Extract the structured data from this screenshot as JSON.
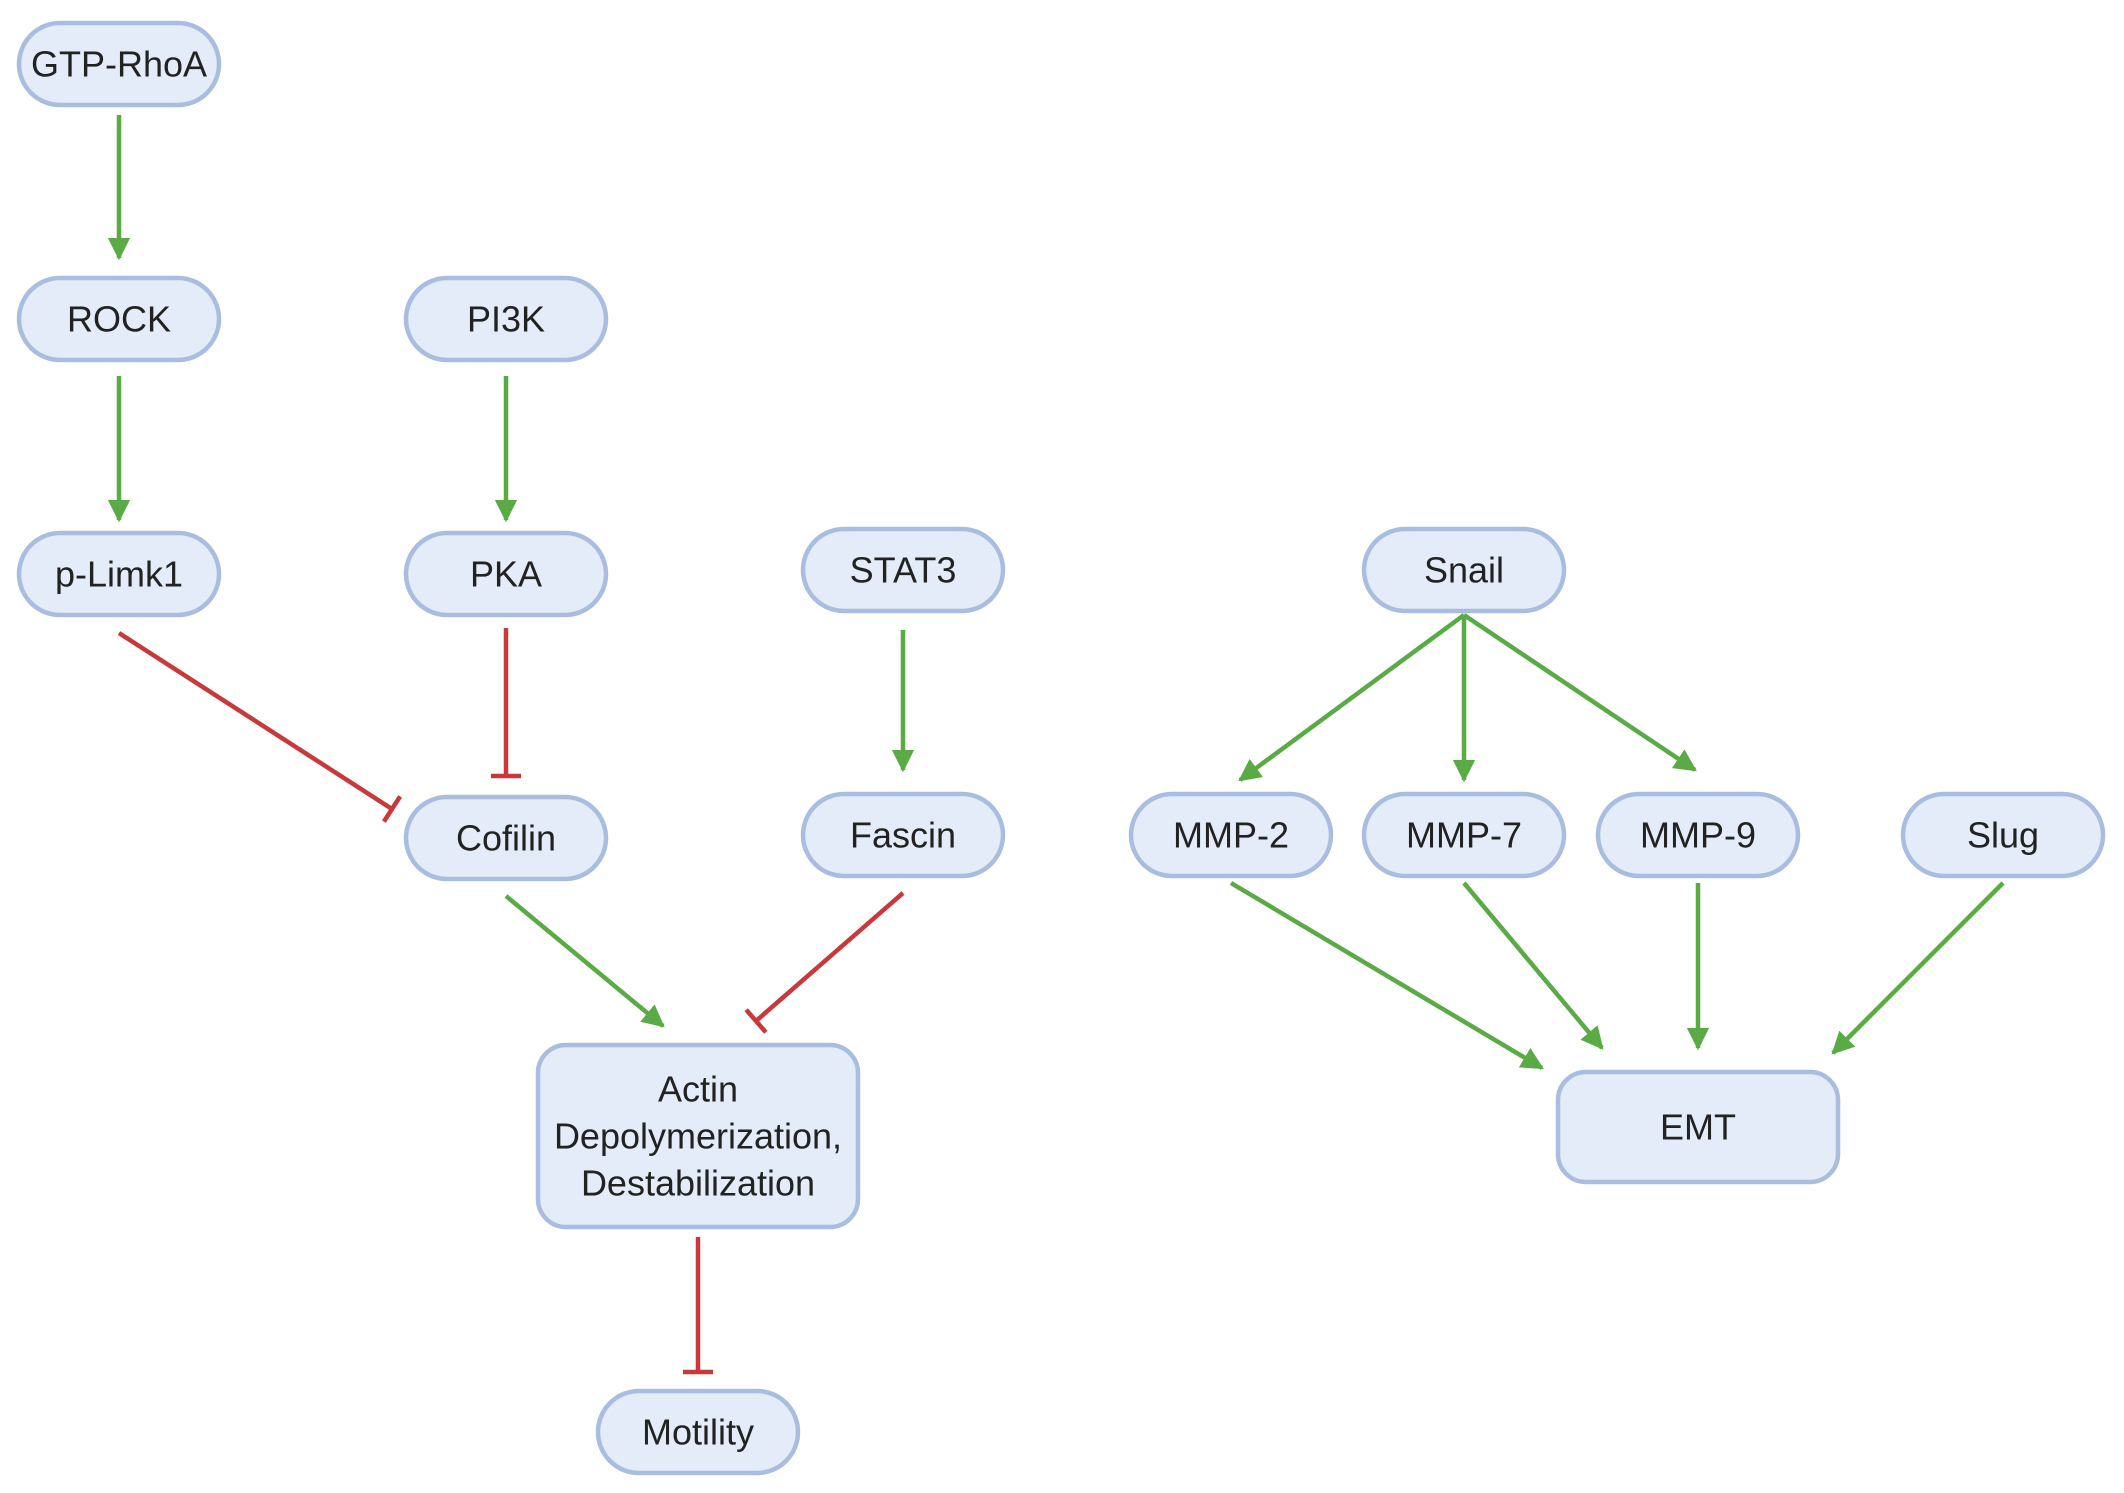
{
  "colors": {
    "activation": "#5aab45",
    "inhibition": "#c8393b",
    "node_fill": "#e3ecf8",
    "node_border": "#a9bde0",
    "text": "#222222"
  },
  "nodes": [
    {
      "id": "gtp-rhoa",
      "label": "GTP-RhoA"
    },
    {
      "id": "rock",
      "label": "ROCK"
    },
    {
      "id": "p-limk1",
      "label": "p-Limk1"
    },
    {
      "id": "pi3k",
      "label": "PI3K"
    },
    {
      "id": "pka",
      "label": "PKA"
    },
    {
      "id": "stat3",
      "label": "STAT3"
    },
    {
      "id": "cofilin",
      "label": "Cofilin"
    },
    {
      "id": "fascin",
      "label": "Fascin"
    },
    {
      "id": "actin",
      "label": [
        "Actin",
        "Depolymerization,",
        "Destabilization"
      ]
    },
    {
      "id": "motility",
      "label": "Motility"
    },
    {
      "id": "snail",
      "label": "Snail"
    },
    {
      "id": "mmp-2",
      "label": "MMP-2"
    },
    {
      "id": "mmp-7",
      "label": "MMP-7"
    },
    {
      "id": "mmp-9",
      "label": "MMP-9"
    },
    {
      "id": "slug",
      "label": "Slug"
    },
    {
      "id": "emt",
      "label": "EMT"
    }
  ],
  "edges": [
    {
      "from": "gtp-rhoa",
      "to": "rock",
      "type": "activation"
    },
    {
      "from": "rock",
      "to": "p-limk1",
      "type": "activation"
    },
    {
      "from": "pi3k",
      "to": "pka",
      "type": "activation"
    },
    {
      "from": "p-limk1",
      "to": "cofilin",
      "type": "inhibition"
    },
    {
      "from": "pka",
      "to": "cofilin",
      "type": "inhibition"
    },
    {
      "from": "stat3",
      "to": "fascin",
      "type": "activation"
    },
    {
      "from": "cofilin",
      "to": "actin",
      "type": "activation"
    },
    {
      "from": "fascin",
      "to": "actin",
      "type": "inhibition"
    },
    {
      "from": "actin",
      "to": "motility",
      "type": "inhibition"
    },
    {
      "from": "snail",
      "to": "mmp-2",
      "type": "activation"
    },
    {
      "from": "snail",
      "to": "mmp-7",
      "type": "activation"
    },
    {
      "from": "snail",
      "to": "mmp-9",
      "type": "activation"
    },
    {
      "from": "mmp-2",
      "to": "emt",
      "type": "activation"
    },
    {
      "from": "mmp-7",
      "to": "emt",
      "type": "activation"
    },
    {
      "from": "mmp-9",
      "to": "emt",
      "type": "activation"
    },
    {
      "from": "slug",
      "to": "emt",
      "type": "activation"
    }
  ]
}
